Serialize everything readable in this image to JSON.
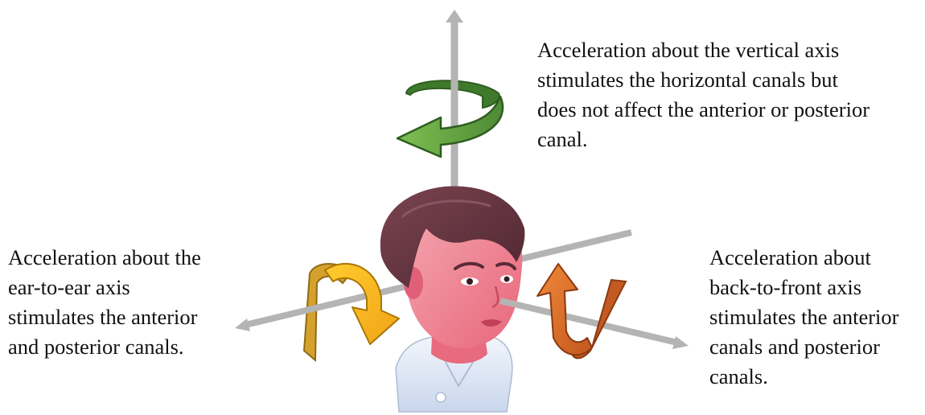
{
  "captions": {
    "vertical_axis": "Acceleration about the vertical axis\nstimulates the horizontal canals but\ndoes not affect the anterior or posterior\ncanal.",
    "ear_to_ear_axis": "Acceleration about the\near-to-ear axis\nstimulates the anterior\nand posterior canals.",
    "back_to_front_axis": "Acceleration about\nback-to-front axis\nstimulates the anterior\ncanals and posterior\ncanals."
  },
  "colors": {
    "axis": "#b4b4b4",
    "vertical_rotation_arrow": "#6aa548",
    "ear_to_ear_rotation_arrow": "#f4b81c",
    "back_to_front_rotation_arrow": "#e2752e",
    "hair": "#6a3a44",
    "skin": "#ee7d8c",
    "shirt": "#dde6f4"
  }
}
